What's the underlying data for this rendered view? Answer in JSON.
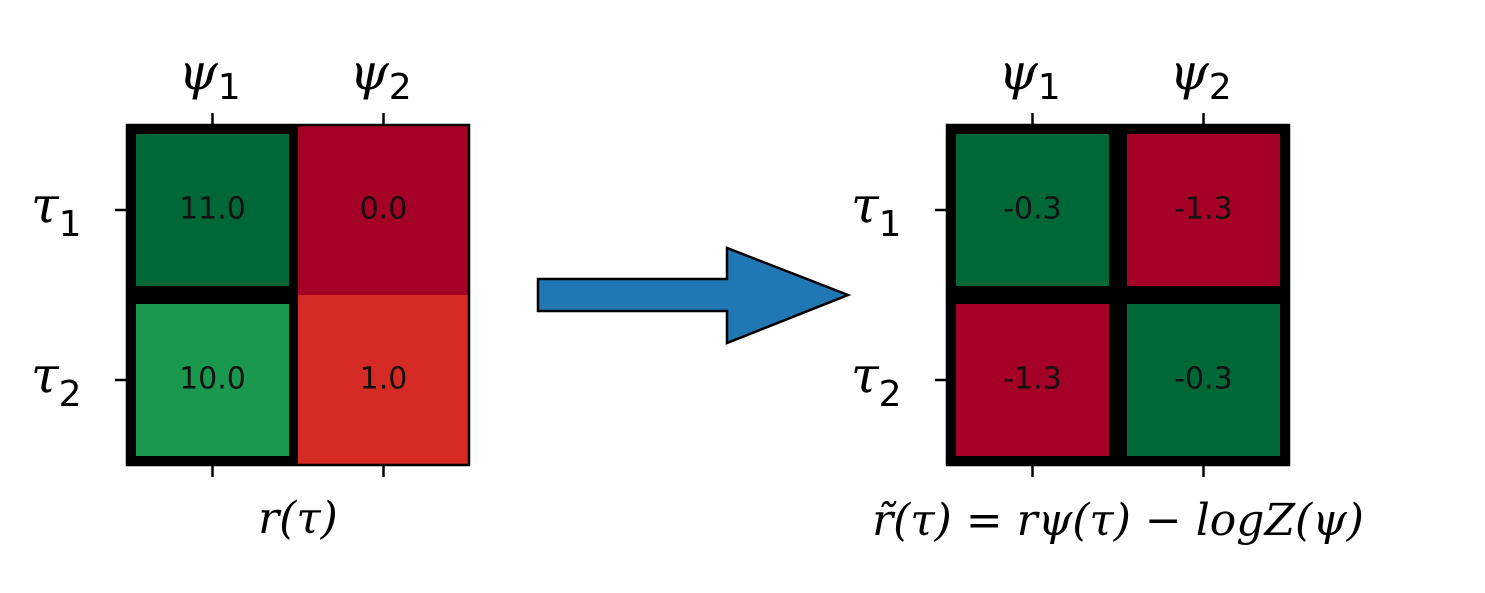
{
  "chart_data": [
    {
      "type": "heatmap",
      "x_ticks": [
        {
          "sym": "ψ",
          "sub": "1"
        },
        {
          "sym": "ψ",
          "sub": "2"
        }
      ],
      "y_ticks": [
        {
          "sym": "τ",
          "sub": "1"
        },
        {
          "sym": "τ",
          "sub": "2"
        }
      ],
      "values": [
        [
          11.0,
          0.0
        ],
        [
          10.0,
          1.0
        ]
      ],
      "cell_labels": [
        [
          "11.0",
          "0.0"
        ],
        [
          "10.0",
          "1.0"
        ]
      ],
      "cell_colors": [
        [
          "#006837",
          "#a50026"
        ],
        [
          "#1a9850",
          "#d52b24"
        ]
      ],
      "highlight": "column-1",
      "xlabel": "r(τ)"
    },
    {
      "type": "heatmap",
      "x_ticks": [
        {
          "sym": "ψ",
          "sub": "1"
        },
        {
          "sym": "ψ",
          "sub": "2"
        }
      ],
      "y_ticks": [
        {
          "sym": "τ",
          "sub": "1"
        },
        {
          "sym": "τ",
          "sub": "2"
        }
      ],
      "values": [
        [
          -0.3,
          -1.3
        ],
        [
          -1.3,
          -0.3
        ]
      ],
      "cell_labels": [
        [
          "-0.3",
          "-1.3"
        ],
        [
          "-1.3",
          "-0.3"
        ]
      ],
      "cell_colors": [
        [
          "#006837",
          "#a50026"
        ],
        [
          "#a50026",
          "#006837"
        ]
      ],
      "highlight": "diagonal",
      "xlabel": "r̃(τ) = rψ(τ) − logZ(ψ)"
    }
  ],
  "arrow_color": "#1f77b4"
}
